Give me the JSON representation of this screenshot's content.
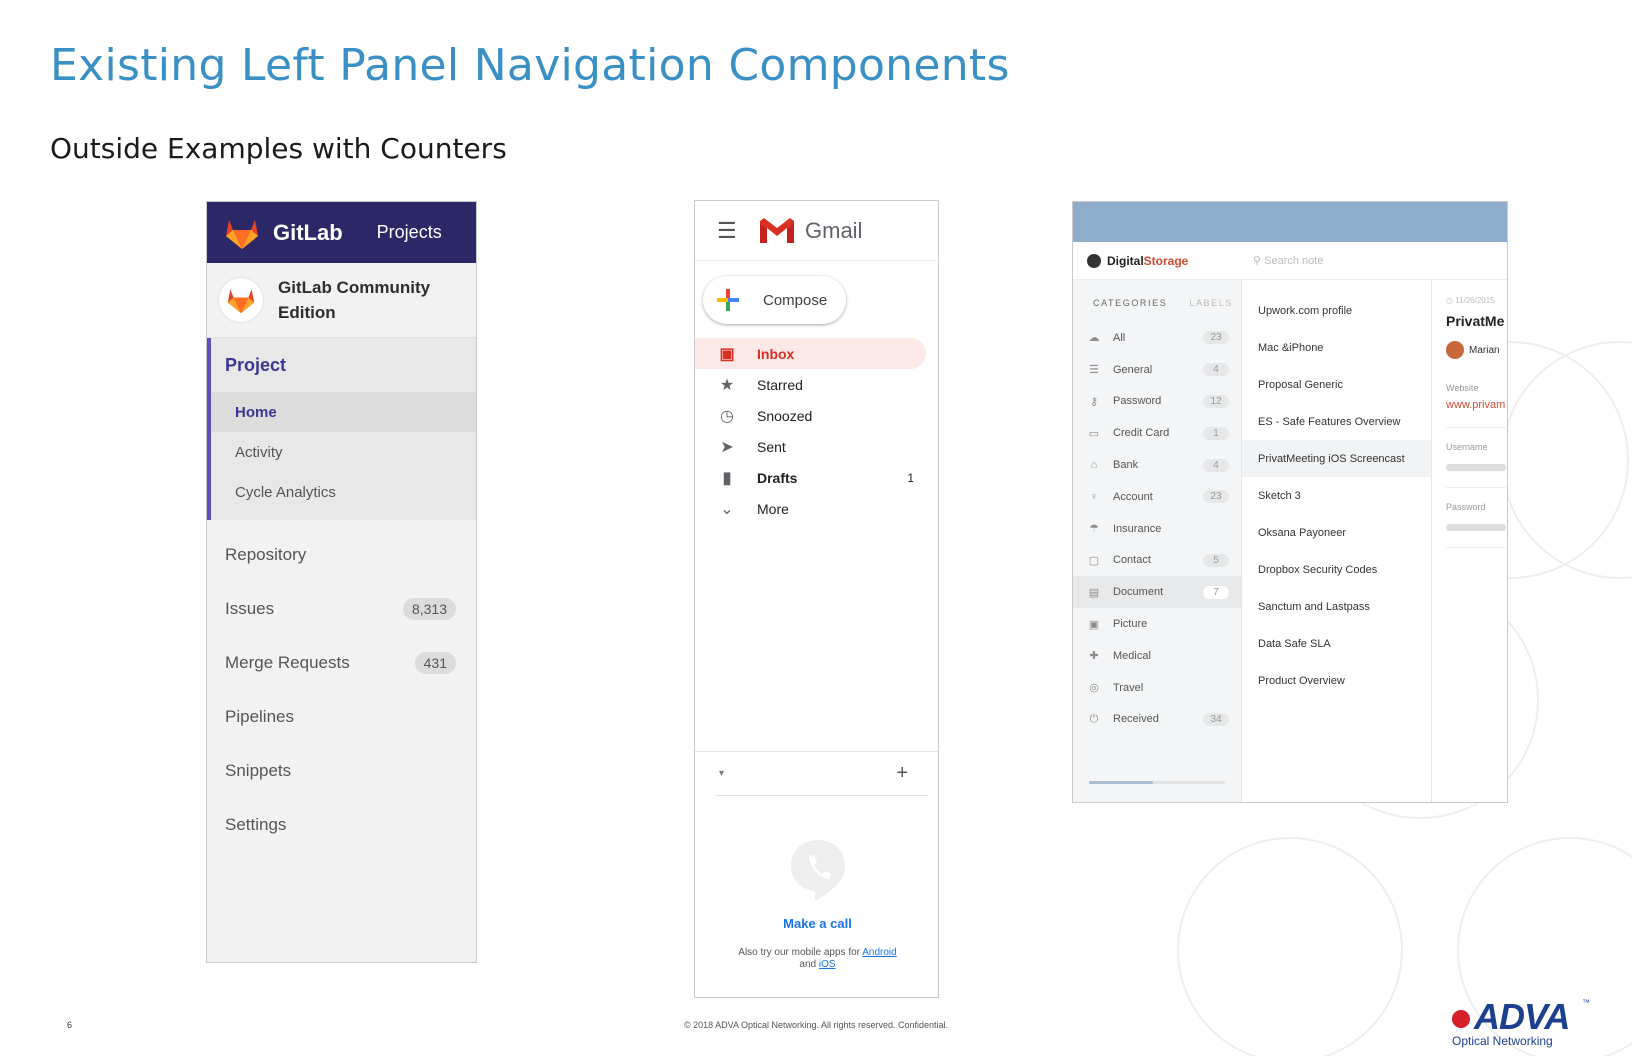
{
  "slide": {
    "title": "Existing Left Panel Navigation Components",
    "subtitle": "Outside Examples with Counters",
    "page_number": "6",
    "copyright": "© 2018 ADVA Optical Networking. All rights reserved. Confidential.",
    "logo_word": "ADVA",
    "logo_tm": "™",
    "logo_sub": "Optical Networking"
  },
  "gitlab": {
    "brand": "GitLab",
    "projects_link": "Projects",
    "project_name": "GitLab Community Edition",
    "section_title": "Project",
    "sub_items": [
      {
        "label": "Home",
        "active": true
      },
      {
        "label": "Activity",
        "active": false
      },
      {
        "label": "Cycle Analytics",
        "active": false
      }
    ],
    "items": [
      {
        "label": "Repository",
        "count": ""
      },
      {
        "label": "Issues",
        "count": "8,313"
      },
      {
        "label": "Merge Requests",
        "count": "431"
      },
      {
        "label": "Pipelines",
        "count": ""
      },
      {
        "label": "Snippets",
        "count": ""
      },
      {
        "label": "Settings",
        "count": ""
      }
    ],
    "colors": {
      "header": "#2c2868",
      "accent": "#3d3690",
      "orange": "#e24329"
    }
  },
  "gmail": {
    "app_name": "Gmail",
    "compose_label": "Compose",
    "items": [
      {
        "label": "Inbox",
        "icon": "inbox-icon",
        "active": true,
        "bold": true,
        "count": ""
      },
      {
        "label": "Starred",
        "icon": "star-icon",
        "active": false,
        "bold": false,
        "count": ""
      },
      {
        "label": "Snoozed",
        "icon": "clock-icon",
        "active": false,
        "bold": false,
        "count": ""
      },
      {
        "label": "Sent",
        "icon": "send-icon",
        "active": false,
        "bold": false,
        "count": ""
      },
      {
        "label": "Drafts",
        "icon": "draft-icon",
        "active": false,
        "bold": true,
        "count": "1"
      },
      {
        "label": "More",
        "icon": "chevron-down-icon",
        "active": false,
        "bold": false,
        "count": ""
      }
    ],
    "make_call": "Make a call",
    "apps_text": "Also try our mobile apps for",
    "android": "Android",
    "and": "and",
    "ios": "iOS",
    "colors": {
      "active_bg": "#fce8e6",
      "active_text": "#d93025",
      "link": "#1a73e8"
    }
  },
  "digitalstorage": {
    "brand_part1": "Digital",
    "brand_part2": "Storage",
    "search_placeholder": "Search note",
    "categories_label": "CATEGORIES",
    "labels_label": "LABELS",
    "categories": [
      {
        "label": "All",
        "icon": "cloud-icon",
        "count": "23",
        "selected": false
      },
      {
        "label": "General",
        "icon": "list-icon",
        "count": "4",
        "selected": false
      },
      {
        "label": "Password",
        "icon": "key-icon",
        "count": "12",
        "selected": false
      },
      {
        "label": "Credit Card",
        "icon": "credit-card-icon",
        "count": "1",
        "selected": false
      },
      {
        "label": "Bank",
        "icon": "bank-icon",
        "count": "4",
        "selected": false
      },
      {
        "label": "Account",
        "icon": "user-icon",
        "count": "23",
        "selected": false
      },
      {
        "label": "Insurance",
        "icon": "umbrella-icon",
        "count": "",
        "selected": false
      },
      {
        "label": "Contact",
        "icon": "contact-icon",
        "count": "5",
        "selected": false
      },
      {
        "label": "Document",
        "icon": "document-icon",
        "count": "7",
        "selected": true
      },
      {
        "label": "Picture",
        "icon": "picture-icon",
        "count": "",
        "selected": false
      },
      {
        "label": "Medical",
        "icon": "medical-icon",
        "count": "",
        "selected": false
      },
      {
        "label": "Travel",
        "icon": "compass-icon",
        "count": "",
        "selected": false
      },
      {
        "label": "Received",
        "icon": "power-icon",
        "count": "34",
        "selected": false
      }
    ],
    "notes": [
      {
        "label": "Upwork.com profile",
        "selected": false
      },
      {
        "label": "Mac &iPhone",
        "selected": false
      },
      {
        "label": "Proposal Generic",
        "selected": false
      },
      {
        "label": "ES - Safe Features Overview",
        "selected": false
      },
      {
        "label": "PrivatMeeting iOS Screencast",
        "selected": true
      },
      {
        "label": "Sketch 3",
        "selected": false
      },
      {
        "label": "Oksana Payoneer",
        "selected": false
      },
      {
        "label": "Dropbox Security Codes",
        "selected": false
      },
      {
        "label": "Sanctum and Lastpass",
        "selected": false
      },
      {
        "label": "Data Safe SLA",
        "selected": false
      },
      {
        "label": "Product Overview",
        "selected": false
      }
    ],
    "detail": {
      "date": "11/26/2015",
      "title": "PrivatMe",
      "owner": "Marian",
      "website_label": "Website",
      "website_value": "www.privam",
      "username_label": "Username",
      "password_label": "Password"
    },
    "colors": {
      "topbar": "#8faecb",
      "brand_red": "#d24a34"
    }
  }
}
